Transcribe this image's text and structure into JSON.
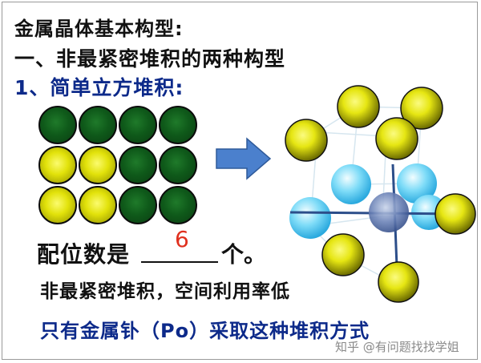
{
  "slide": {
    "title_main": "金属晶体基本构型:",
    "title_sub": "一、非最紧密堆积的两种构型",
    "section_heading": "1、简单立方堆积:",
    "coordination_label": "配位数是",
    "coordination_value": "6",
    "coordination_unit": "个。",
    "note_packing": "非最紧密堆积，空间利用率低",
    "note_polonium": "只有金属钋（Po）采取这种堆积方式",
    "watermark": "知乎 @有问题找找学姐"
  },
  "layer_grid": {
    "rows": [
      [
        "green",
        "green",
        "green",
        "green"
      ],
      [
        "yellow",
        "yellow",
        "green",
        "green"
      ],
      [
        "yellow",
        "yellow",
        "green",
        "green"
      ]
    ]
  },
  "colors": {
    "heading_blue": "#0d2a8a",
    "value_red": "#e0301e",
    "atom_green": "#0f5a1a",
    "atom_yellow": "#e2e20a",
    "atom_cyan": "#7fdcf8",
    "arrow_blue": "#4b80cd"
  }
}
